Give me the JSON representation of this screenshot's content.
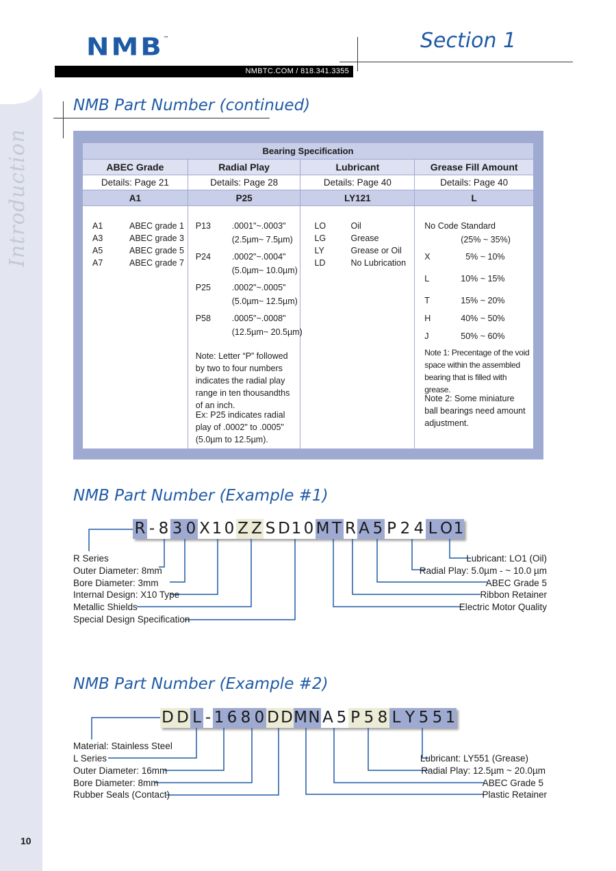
{
  "header": {
    "logo": "NMB",
    "trademark": "™",
    "contact": "NMBTC.COM / 818.341.3355",
    "section": "Section 1"
  },
  "sidebar": {
    "label": "Introduction",
    "page_number": "10"
  },
  "headings": {
    "continued": "NMB Part Number (continued)",
    "example1": "NMB Part Number (Example #1)",
    "example2": "NMB Part Number (Example #2)"
  },
  "table": {
    "title": "Bearing Specification",
    "columns": [
      "ABEC Grade",
      "Radial Play",
      "Lubricant",
      "Grease Fill Amount"
    ],
    "details": [
      "Details: Page 21",
      "Details: Page 28",
      "Details: Page 40",
      "Details: Page 40"
    ],
    "codes": [
      "A1",
      "P25",
      "LY121",
      "L"
    ],
    "abec": [
      {
        "code": "A1",
        "desc": "ABEC grade 1"
      },
      {
        "code": "A3",
        "desc": "ABEC grade 3"
      },
      {
        "code": "A5",
        "desc": "ABEC grade 5"
      },
      {
        "code": "A7",
        "desc": "ABEC grade 7"
      }
    ],
    "radial": [
      {
        "code": "P13",
        "line1": ".0001\"~.0003\"",
        "line2": "(2.5µm~ 7.5µm)"
      },
      {
        "code": "P24",
        "line1": ".0002\"~.0004\"",
        "line2": "(5.0µm~ 10.0µm)"
      },
      {
        "code": "P25",
        "line1": ".0002\"~.0005\"",
        "line2": "(5.0µm~ 12.5µm)"
      },
      {
        "code": "P58",
        "line1": ".0005\"~.0008\"",
        "line2": "(12.5µm~ 20.5µm)"
      }
    ],
    "radial_note": "Note: Letter “P” followed by two to four numbers indicates the radial play range in ten thousandths of an inch.",
    "radial_example": "Ex: P25 indicates radial play of .0002\" to .0005\" (5.0µm to 12.5µm).",
    "lubricant": [
      {
        "code": "LO",
        "desc": "Oil"
      },
      {
        "code": "LG",
        "desc": "Grease"
      },
      {
        "code": "LY",
        "desc": "Grease or Oil"
      },
      {
        "code": "LD",
        "desc": "No Lubrication"
      }
    ],
    "grease": [
      {
        "code": "No Code",
        "desc": "Standard",
        "desc2": "(25% ~ 35%)"
      },
      {
        "code": "X",
        "desc": "  5% ~ 10%"
      },
      {
        "code": "L",
        "desc": "10% ~ 15%"
      },
      {
        "code": "T",
        "desc": "15% ~ 20%"
      },
      {
        "code": "H",
        "desc": "40% ~ 50%"
      },
      {
        "code": "J",
        "desc": "50% ~ 60%"
      }
    ],
    "grease_note1": "Note 1: Precentage of the void space within the assembled bearing that is filled with grease.",
    "grease_note2": "Note 2: Some miniature ball bearings need amount adjustment."
  },
  "example1": {
    "chars": [
      "R",
      "-",
      "8",
      "3",
      "0",
      "X",
      "1",
      "0",
      "Z",
      "Z",
      "S",
      "D",
      "1",
      "0",
      "M",
      "T",
      "R",
      "A",
      "5",
      "P",
      "2",
      "4",
      "L",
      "O",
      "1"
    ],
    "left_labels": [
      "R Series",
      "Outer Diameter: 8mm",
      "Bore Diameter: 3mm",
      "Internal Design: X10 Type",
      "Metallic Shields",
      "Special Design Specification"
    ],
    "right_labels": [
      "Lubricant: LO1 (Oil)",
      "Radial Play: 5.0µm - ~ 10.0 µm",
      "ABEC Grade 5",
      "Ribbon Retainer",
      "Electric Motor Quality"
    ]
  },
  "example2": {
    "chars": [
      "D",
      "D",
      "L",
      "-",
      "1",
      "6",
      "8",
      "0",
      "D",
      "D",
      "M",
      "N",
      "A",
      "5",
      "P",
      "5",
      "8",
      "L",
      "Y",
      "5",
      "5",
      "1"
    ],
    "left_labels": [
      "Material: Stainless Steel",
      "L Series",
      "Outer Diameter: 16mm",
      "Bore Diameter: 8mm",
      "Rubber Seals (Contact)"
    ],
    "right_labels": [
      "Lubricant: LY551 (Grease)",
      "Radial Play: 12.5µm ~ 20.0µm",
      "ABEC Grade 5",
      "Plastic Retainer"
    ]
  },
  "colors": {
    "brand_blue": "#1f5aa6",
    "table_blue": "#9eaad2",
    "cream": "#ecebd5"
  }
}
